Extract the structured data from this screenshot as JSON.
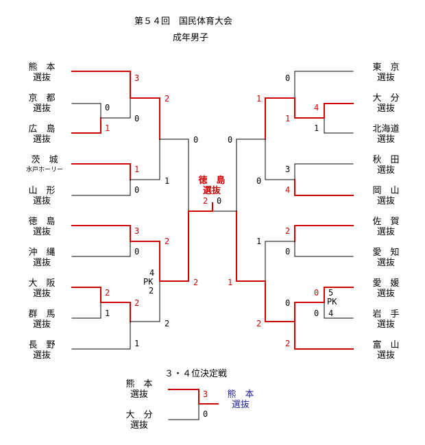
{
  "title": "第５４回　国民体育大会",
  "subtitle": "成年男子",
  "colors": {
    "win": "#cc0000",
    "lose": "#000000",
    "third_winner": "#1a1a9a"
  },
  "teams_left": [
    {
      "name": "熊　本",
      "sub": "選抜"
    },
    {
      "name": "京　都",
      "sub": "選抜"
    },
    {
      "name": "広　島",
      "sub": "選抜"
    },
    {
      "name": "茨　城",
      "sub": "水戸ホーリー"
    },
    {
      "name": "山　形",
      "sub": "選抜"
    },
    {
      "name": "徳　島",
      "sub": "選抜"
    },
    {
      "name": "沖　縄",
      "sub": "選抜"
    },
    {
      "name": "大　阪",
      "sub": "選抜"
    },
    {
      "name": "群　馬",
      "sub": "選抜"
    },
    {
      "name": "長　野",
      "sub": "選抜"
    }
  ],
  "teams_right": [
    {
      "name": "東　京",
      "sub": "選抜"
    },
    {
      "name": "大　分",
      "sub": "選抜"
    },
    {
      "name": "北海道",
      "sub": "選抜"
    },
    {
      "name": "秋　田",
      "sub": "選抜"
    },
    {
      "name": "岡　山",
      "sub": "選抜"
    },
    {
      "name": "佐　賀",
      "sub": "選抜"
    },
    {
      "name": "愛　知",
      "sub": "選抜"
    },
    {
      "name": "愛　媛",
      "sub": "選抜"
    },
    {
      "name": "岩　手",
      "sub": "選抜"
    },
    {
      "name": "富　山",
      "sub": "選抜"
    }
  ],
  "scores": {
    "l_kumamoto_r2": "3",
    "l_kyoto_r1": "0",
    "l_hiroshima_r1": "1",
    "l_hiroshima_r2": "0",
    "l_ibaraki_r2": "1",
    "l_yamagata_r2": "0",
    "l_qf1_top": "2",
    "l_qf1_bot": "1",
    "l_tokushima_r2": "3",
    "l_okinawa_r2": "0",
    "l_osaka_r1": "2",
    "l_gunma_r1": "1",
    "l_osaka_r2": "2",
    "l_nagano_r2": "1",
    "l_qf2_top": "2",
    "l_qf2_bot_main": "2",
    "l_qf2_bot_pk": "4",
    "l_qf2_bot_pkmark": "PK",
    "l_qf2_bot_pkscore": "2",
    "l_sf_top": "0",
    "l_sf_bot": "2",
    "r_tokyo_r2": "0",
    "r_oita_r1": "4",
    "r_hokkaido_r1": "1",
    "r_oita_r2": "1",
    "r_akita_r2": "3",
    "r_okayama_r2": "4",
    "r_qf1_top": "1",
    "r_qf1_bot": "0",
    "r_saga_r2": "2",
    "r_aichi_r2": "0",
    "r_ehime_r1": "0",
    "r_ehime_pk": "5",
    "r_pk_mark": "PK",
    "r_iwate_r1": "0",
    "r_iwate_pk": "4",
    "r_ehime_r2": "0",
    "r_toyama_r2": "2",
    "r_qf2_top": "1",
    "r_qf2_bot": "2",
    "r_sf_top": "0",
    "r_sf_bot": "1",
    "final_left": "2",
    "final_right": "0"
  },
  "champion": {
    "line1": "徳　島",
    "line2": "選抜"
  },
  "third_place": {
    "title": "３・４位決定戦",
    "team_a": {
      "name": "熊　本",
      "sub": "選抜",
      "score": "3"
    },
    "team_b": {
      "name": "大　分",
      "sub": "選抜",
      "score": "0"
    },
    "winner": {
      "line1": "熊　本",
      "line2": "選抜"
    }
  }
}
